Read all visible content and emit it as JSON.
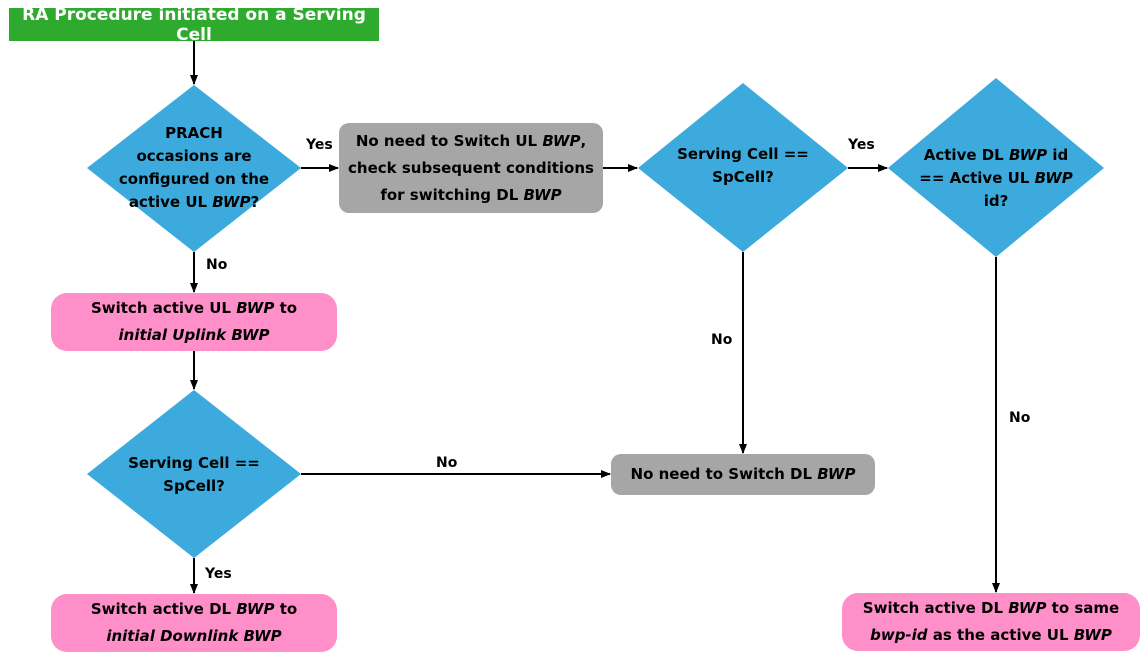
{
  "colors": {
    "start": "#2eaa2e",
    "decision": "#3caadc",
    "process_gray": "#a6a6a6",
    "process_pink": "#ff8fc8",
    "arrow": "#000000"
  },
  "start": {
    "label": "RA Procedure initiated on a Serving Cell"
  },
  "decisions": {
    "prach": {
      "line1": "PRACH",
      "line2": "occasions are",
      "line3": "configured on the",
      "line4_prefix": "active UL ",
      "line4_italic": "BWP",
      "line4_suffix": "?"
    },
    "spcell_top": {
      "line1": "Serving Cell ==",
      "line2": "SpCell?"
    },
    "bwp_id": {
      "line1_prefix": "Active DL ",
      "line1_italic": "BWP",
      "line1_suffix": " id",
      "line2_prefix": "== Active UL ",
      "line2_italic": "BWP",
      "line3": "id?"
    },
    "spcell_bottom": {
      "line1": "Serving Cell ==",
      "line2": "SpCell?"
    }
  },
  "processes": {
    "no_switch_ul": {
      "line1_prefix": "No need to Switch UL ",
      "line1_italic": "BWP",
      "line1_suffix": ",",
      "line2": "check subsequent conditions",
      "line3_prefix": "for switching DL ",
      "line3_italic": "BWP"
    },
    "switch_ul": {
      "line1_prefix": "Switch active UL ",
      "line1_italic": "BWP",
      "line1_suffix": " to",
      "line2_italic": "initial Uplink BWP"
    },
    "no_switch_dl": {
      "line1_prefix": "No need to Switch DL ",
      "line1_italic": "BWP"
    },
    "switch_dl": {
      "line1_prefix": "Switch active DL ",
      "line1_italic": "BWP",
      "line1_suffix": " to",
      "line2_italic": "initial Downlink BWP"
    },
    "switch_dl_same": {
      "line1_prefix": "Switch active DL ",
      "line1_italic": "BWP",
      "line1_suffix": " to same",
      "line2_italic_a": "bwp-id",
      "line2_mid": " as the active UL ",
      "line2_italic_b": "BWP"
    }
  },
  "edge_labels": {
    "prach_yes": "Yes",
    "prach_no": "No",
    "spcell_top_yes": "Yes",
    "spcell_top_no": "No",
    "bwp_id_no": "No",
    "spcell_bottom_no": "No",
    "spcell_bottom_yes": "Yes"
  }
}
